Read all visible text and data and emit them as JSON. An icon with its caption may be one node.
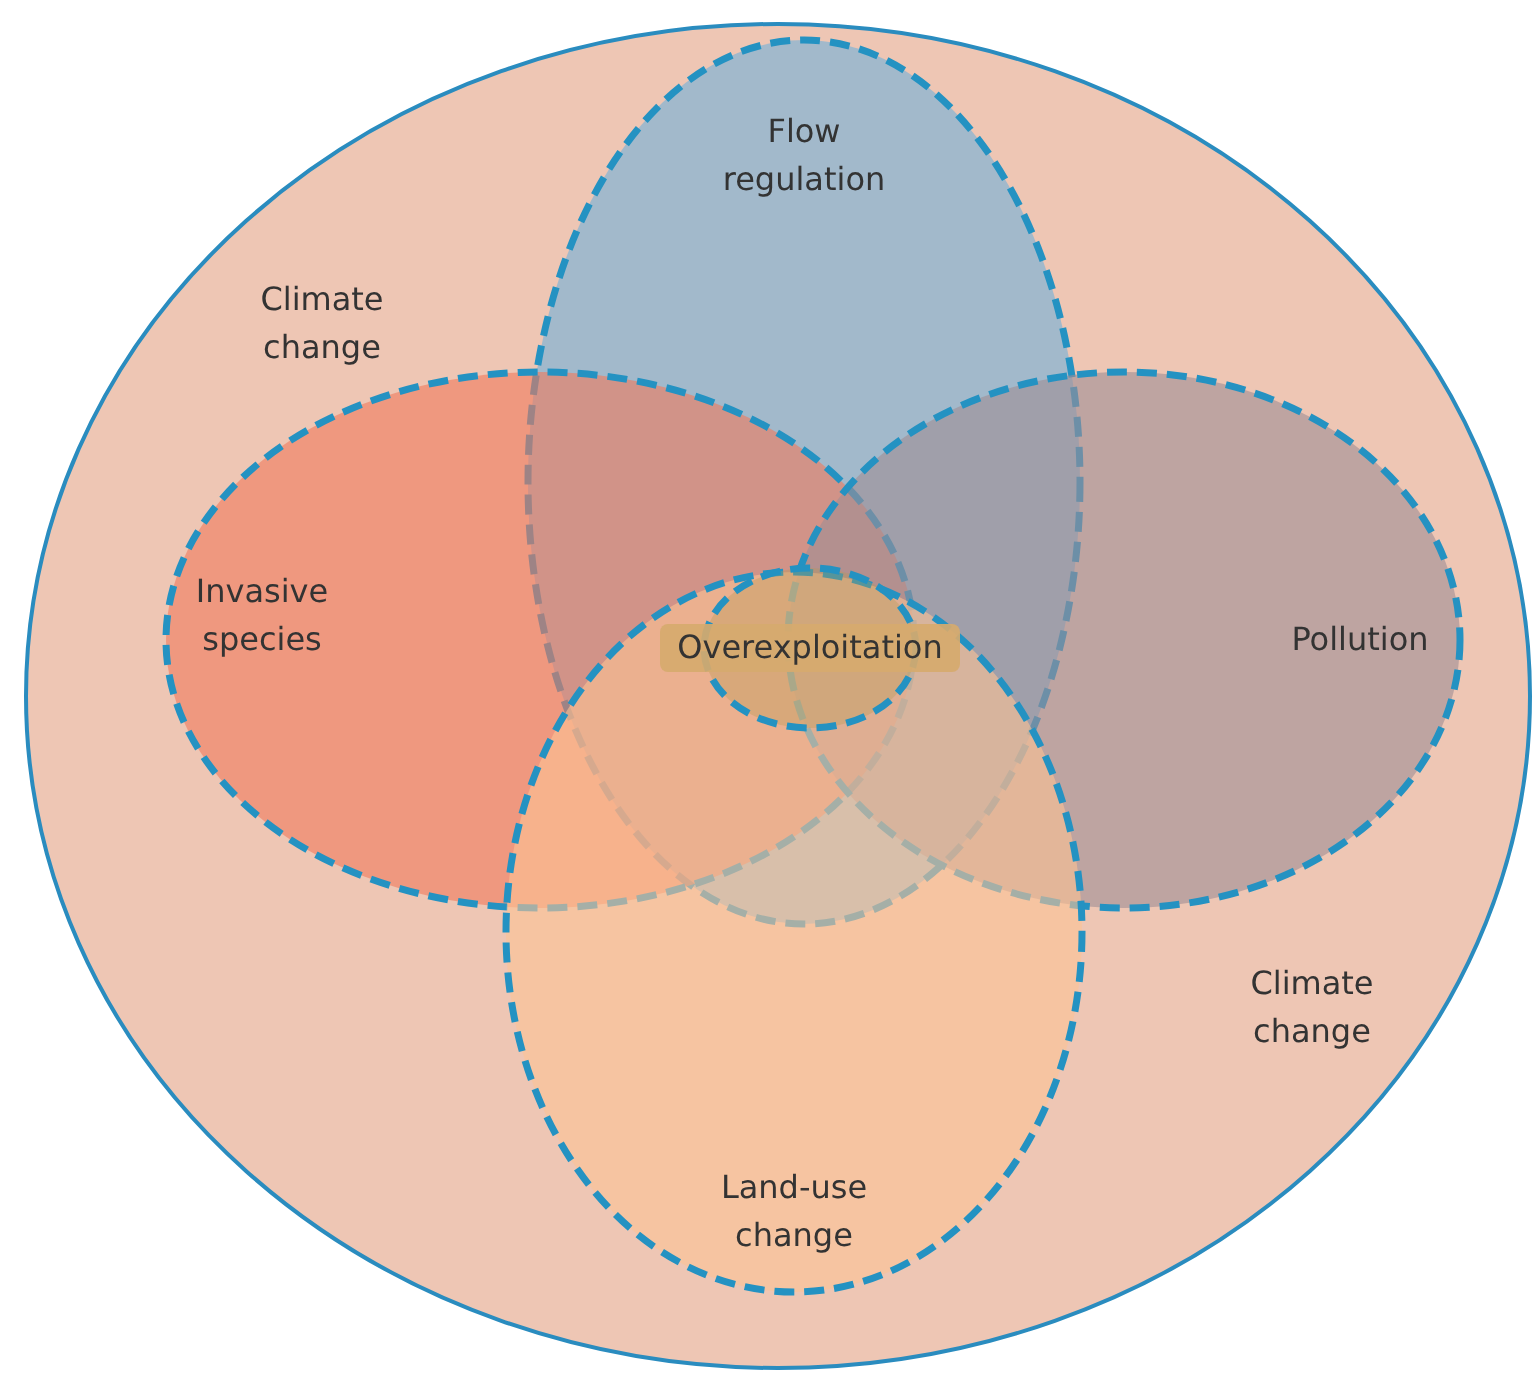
{
  "diagram": {
    "nodes": [
      {
        "text": [
          "Climate change",
          "Climate change"
        ]
      },
      {
        "text": [
          "Flow regulation"
        ],
        "in": 0
      },
      {
        "text": [
          "Invasive species"
        ],
        "in": 0
      },
      {
        "text": [
          "Pollution"
        ],
        "in": 0
      },
      {
        "text": [
          "Land-use change"
        ],
        "in": 0
      },
      {
        "text": [
          "Overexploitation"
        ]
      }
    ]
  }
}
